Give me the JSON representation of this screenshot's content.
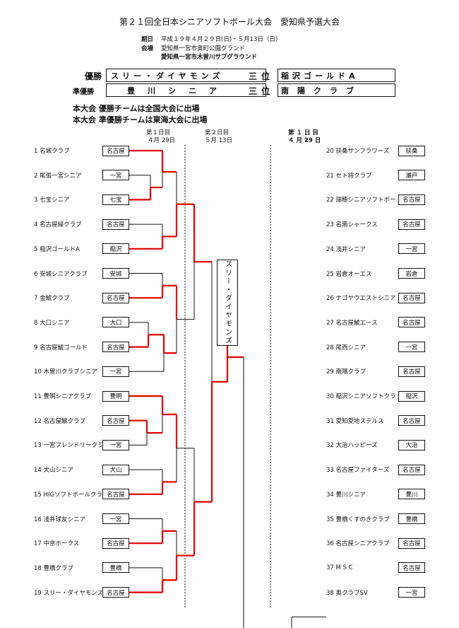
{
  "title": "第２１回全日本シニアソフトボール大会　愛知県予選大会",
  "info": {
    "date_label": "期日",
    "date_value": "平成１９年４月２９日(日)・５月13日（日）",
    "venue_label": "会場",
    "venue_lines": [
      "愛知県一宮市奥町公園グランド",
      "愛知県一宮市木曽川サブグラウンド"
    ]
  },
  "results": {
    "winner_label": "優勝",
    "winner": "スリー・ダイヤモンズ",
    "third_label": "三位",
    "third_1": "稲沢ゴールドA",
    "runnerup_label": "準優勝",
    "runnerup": "豊川シニア",
    "third_2": "南陽クラブ"
  },
  "notes": [
    "本大会 優勝チームは全国大会に出場",
    "本大会 準優勝チームは東海大会に出場"
  ],
  "days": {
    "left_day1": "第１日目",
    "left_day1_date": "４月 29日",
    "day2": "第２日目",
    "day2_date": "５月 13日",
    "right_day1": "第 １ 日 目",
    "right_day1_date": "４ 月 29 日"
  },
  "champion_vertical": "スリー・ダイヤモンズ",
  "teams_left": [
    {
      "no": "1",
      "name": "名城クラブ",
      "city": "名古屋"
    },
    {
      "no": "2",
      "name": "尾張一宮シニア",
      "city": "一宮"
    },
    {
      "no": "3",
      "name": "七宝シニア",
      "city": "七宝"
    },
    {
      "no": "4",
      "name": "名古屋緑クラブ",
      "city": "名古屋"
    },
    {
      "no": "5",
      "name": "稲沢ゴールドA",
      "city": "稲沢"
    },
    {
      "no": "6",
      "name": "安城シニアクラブ",
      "city": "安城"
    },
    {
      "no": "7",
      "name": "金鯱クラブ",
      "city": "名古屋"
    },
    {
      "no": "8",
      "name": "大口シニア",
      "city": "大口"
    },
    {
      "no": "9",
      "name": "名古屋鯱ゴールド",
      "city": "名古屋"
    },
    {
      "no": "10",
      "name": "木曽川クラブシニア",
      "city": "一宮"
    },
    {
      "no": "11",
      "name": "豊明シニアクラブ",
      "city": "豊明"
    },
    {
      "no": "12",
      "name": "名古屋鯱クラブ",
      "city": "名古屋"
    },
    {
      "no": "13",
      "name": "一宮フレンドリークラブ",
      "city": "一宮"
    },
    {
      "no": "14",
      "name": "犬山シニア",
      "city": "犬山"
    },
    {
      "no": "15",
      "name": "HIGソフトボールクラブ",
      "city": "名古屋"
    },
    {
      "no": "16",
      "name": "浅井球友シニア",
      "city": "一宮"
    },
    {
      "no": "17",
      "name": "中京ホークス",
      "city": "名古屋"
    },
    {
      "no": "18",
      "name": "豊橋クラブ",
      "city": "豊橋"
    },
    {
      "no": "19",
      "name": "スリー・ダイヤモンズ",
      "city": "名古屋"
    }
  ],
  "teams_right": [
    {
      "no": "20",
      "name": "扶桑サンフラワーズ",
      "city": "扶桑"
    },
    {
      "no": "21",
      "name": "セト将クラブ",
      "city": "瀬戸"
    },
    {
      "no": "22",
      "name": "瑞穂シニアソフトボールクラブ",
      "city": "名古屋"
    },
    {
      "no": "23",
      "name": "名南シャークス",
      "city": "名古屋"
    },
    {
      "no": "24",
      "name": "浅井シニア",
      "city": "一宮"
    },
    {
      "no": "25",
      "name": "岩倉オーエス",
      "city": "岩倉"
    },
    {
      "no": "26",
      "name": "ナゴヤウエストシニア",
      "city": "名古屋"
    },
    {
      "no": "27",
      "name": "名古屋鯱エース",
      "city": "名古屋"
    },
    {
      "no": "28",
      "name": "尾西シニア",
      "city": "一宮"
    },
    {
      "no": "29",
      "name": "南陽クラブ",
      "city": "名古屋"
    },
    {
      "no": "30",
      "name": "稲沢シニアソフトクラブ",
      "city": "稲沢"
    },
    {
      "no": "31",
      "name": "愛知愛地ステルス",
      "city": "名古屋"
    },
    {
      "no": "32",
      "name": "大治ハッピーズ",
      "city": "大治"
    },
    {
      "no": "33",
      "name": "名古屋ファイターズ",
      "city": "名古屋"
    },
    {
      "no": "34",
      "name": "豊川シニア",
      "city": "豊川"
    },
    {
      "no": "35",
      "name": "豊橋くすのきクラブ",
      "city": "豊橋"
    },
    {
      "no": "36",
      "name": "名古屋シニアクラブ",
      "city": "名古屋"
    },
    {
      "no": "37",
      "name": "M S C",
      "city": "名古屋"
    },
    {
      "no": "38",
      "name": "奥クラブSV",
      "city": "一宮"
    }
  ],
  "colors": {
    "winner_path": "#e00000",
    "line": "#111111"
  }
}
